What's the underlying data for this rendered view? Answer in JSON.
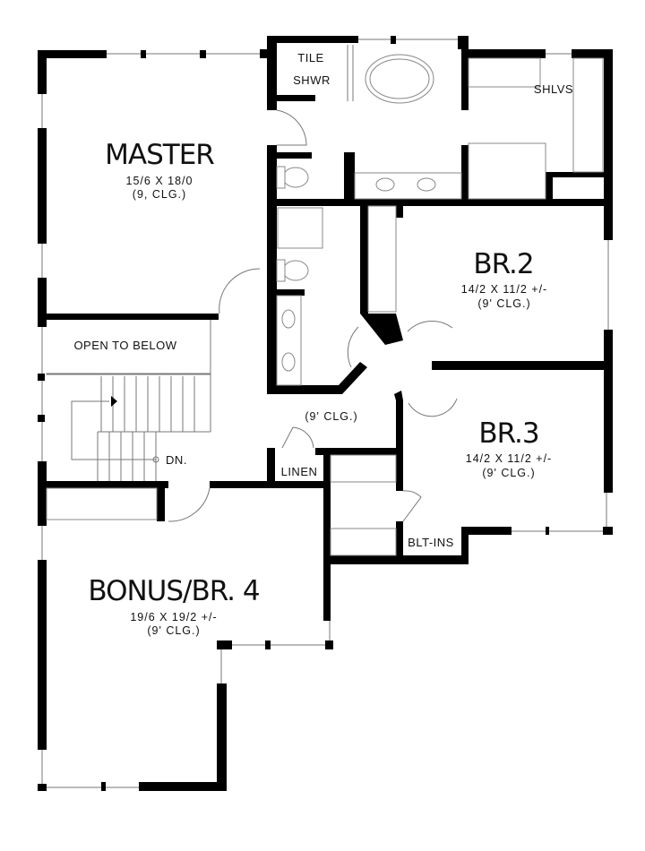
{
  "rooms": {
    "master": {
      "name": "MASTER",
      "size": "15/6 X 18/0",
      "ceiling": "(9, CLG.)"
    },
    "br2": {
      "name": "BR.2",
      "size": "14/2 X 11/2 +/-",
      "ceiling": "(9' CLG.)"
    },
    "br3": {
      "name": "BR.3",
      "size": "14/2 X 11/2 +/-",
      "ceiling": "(9' CLG.)"
    },
    "bonus": {
      "name": "BONUS/BR. 4",
      "size": "19/6 X 19/2 +/-",
      "ceiling": "(9' CLG.)"
    }
  },
  "labels": {
    "tile": "TILE",
    "shwr": "SHWR",
    "shlvs": "SHLVS",
    "open_to_below": "OPEN TO BELOW",
    "hall_ceiling": "(9' CLG.)",
    "dn": "DN.",
    "linen": "LINEN",
    "blt_ins": "BLT-INS"
  }
}
